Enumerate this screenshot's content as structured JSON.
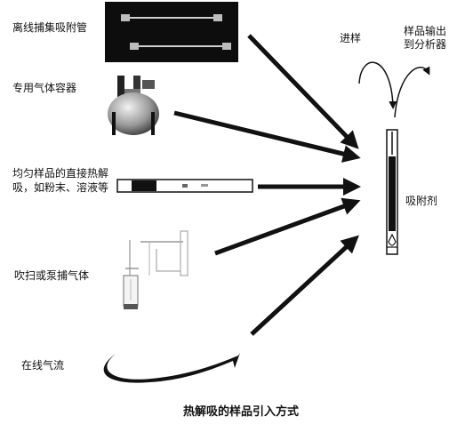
{
  "sources": [
    {
      "label": "离线捕集吸附管"
    },
    {
      "label": "专用气体容器"
    },
    {
      "label_line1": "均匀样品的直接热解",
      "label_line2": "吸，如粉末、溶液等"
    },
    {
      "label": "吹扫或泵捕气体"
    },
    {
      "label": "在线气流"
    }
  ],
  "desorber": {
    "inlet_label": "进样",
    "outlet_label_line1": "样品输出",
    "outlet_label_line2": "到分析器",
    "adsorbent_label": "吸附剂"
  },
  "caption": "热解吸的样品引入方式",
  "colors": {
    "ink": "#111111",
    "photo_dark": "#0d0d0d"
  }
}
